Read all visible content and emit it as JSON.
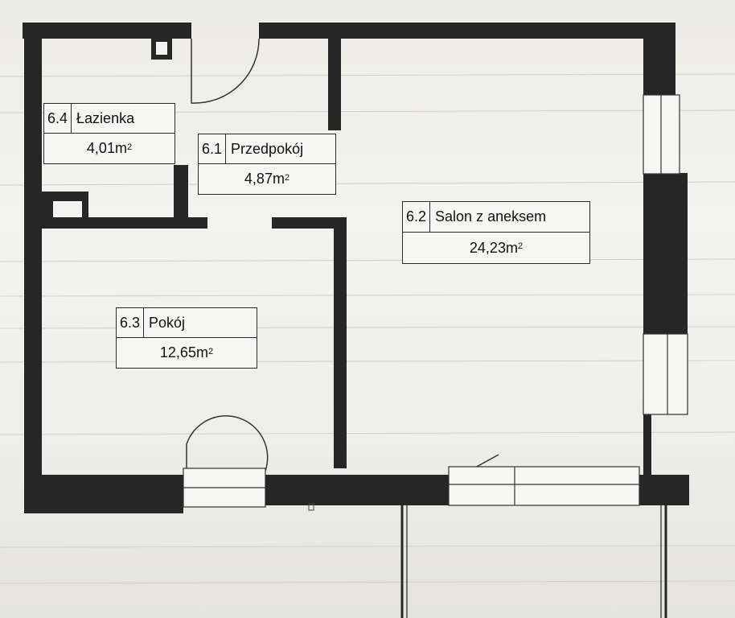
{
  "rooms": [
    {
      "id": "6.4",
      "name": "Łazienka",
      "area": "4,01m",
      "unit_exp": "2"
    },
    {
      "id": "6.1",
      "name": "Przedpokój",
      "area": "4,87m",
      "unit_exp": "2"
    },
    {
      "id": "6.2",
      "name": "Salon z aneksem",
      "area": "24,23m",
      "unit_exp": "2"
    },
    {
      "id": "6.3",
      "name": "Pokój",
      "area": "12,65m",
      "unit_exp": "2"
    }
  ]
}
